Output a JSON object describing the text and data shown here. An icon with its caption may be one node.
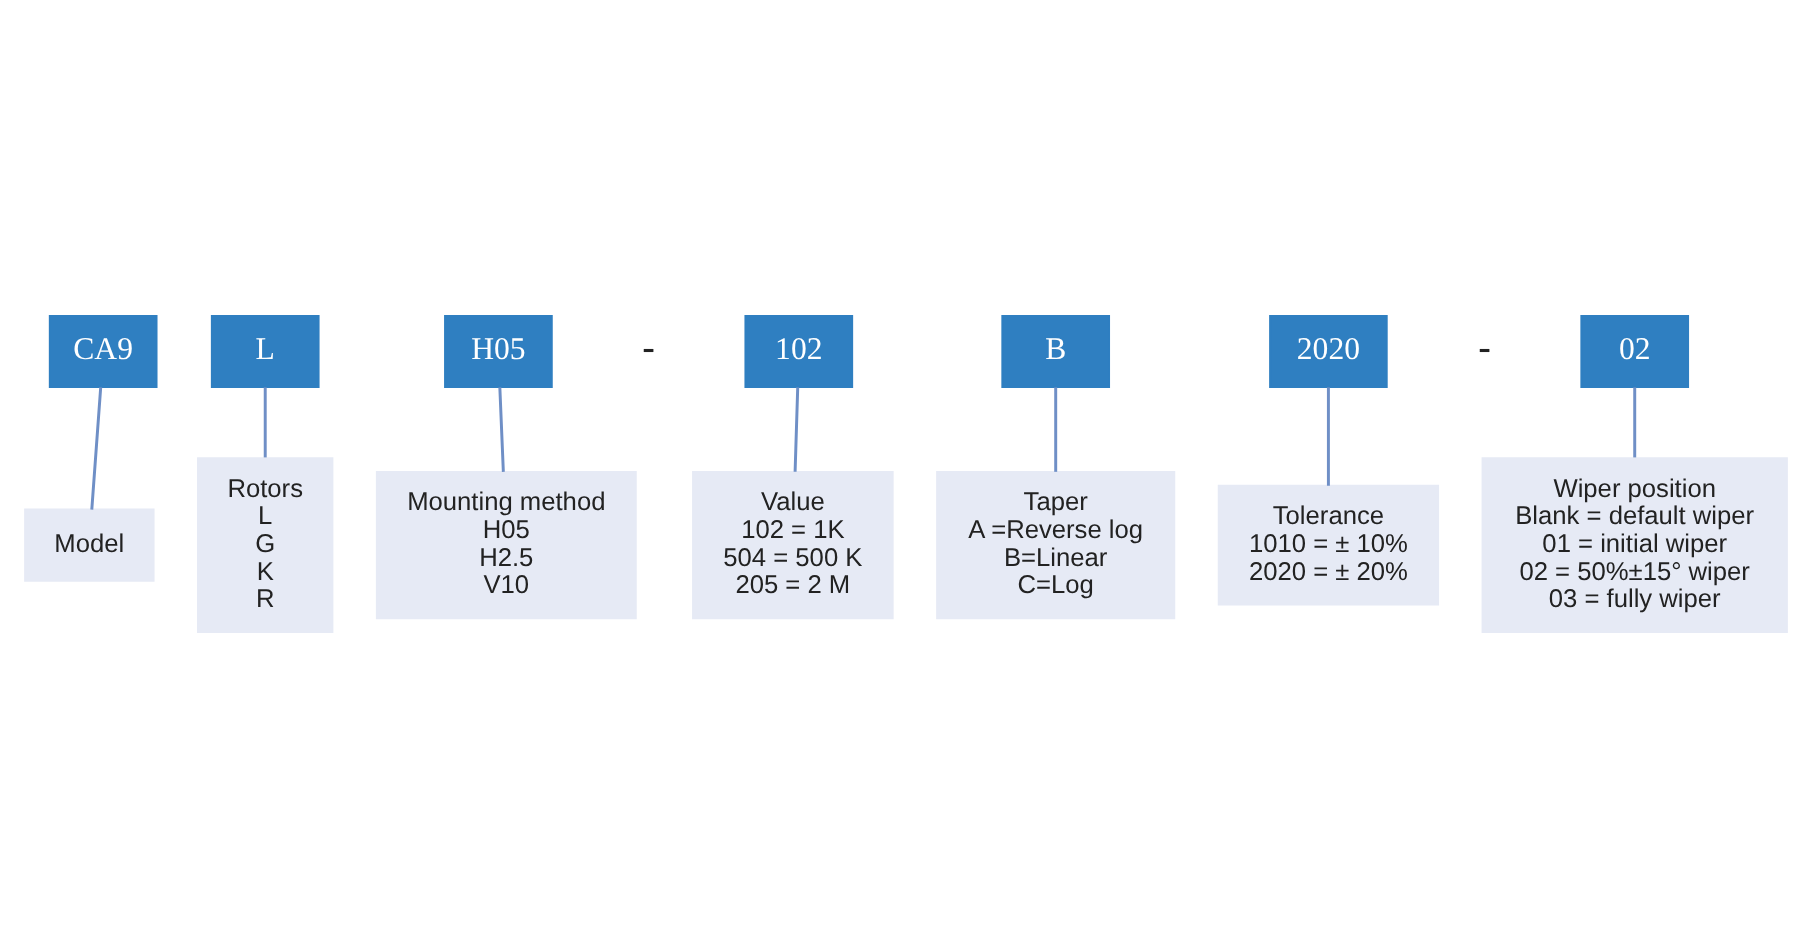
{
  "diagram": {
    "nodes": [
      {
        "text": [
          "CA9"
        ]
      },
      {
        "text": [
          "L"
        ]
      },
      {
        "text": [
          "H05"
        ]
      },
      {
        "text": [
          "102"
        ]
      },
      {
        "text": [
          "B"
        ]
      },
      {
        "text": [
          "2020"
        ]
      },
      {
        "text": [
          "02"
        ]
      },
      {
        "text": [
          "Model"
        ]
      },
      {
        "text": [
          "Rotors",
          "L",
          "G",
          "K",
          "R"
        ]
      },
      {
        "text": [
          "Mounting method",
          "H05",
          "H2.5",
          "V10"
        ]
      },
      {
        "text": [
          "Taper",
          "A =Reverse log",
          "B=Linear",
          "C=Log"
        ]
      },
      {
        "text": [
          "Value",
          "102 = 1K",
          "504 = 500 K",
          "205 = 2 M"
        ]
      },
      {
        "text": [
          "Tolerance",
          "1010 = ± 10%",
          "2020 = ± 20%"
        ]
      },
      {
        "text": [
          "Wiper position",
          "Blank = default wiper",
          "01 = initial wiper",
          "02 = 50%±15° wiper",
          "03 = fully wiper"
        ]
      }
    ],
    "edges": [
      {
        "from": 0,
        "to": 7,
        "arrow": "none"
      },
      {
        "from": 1,
        "to": 8,
        "arrow": "none"
      },
      {
        "from": 2,
        "to": 9,
        "arrow": "none"
      },
      {
        "from": 4,
        "to": 10,
        "arrow": "none"
      },
      {
        "from": 3,
        "to": 11,
        "arrow": "none"
      },
      {
        "from": 5,
        "to": 12,
        "arrow": "none"
      },
      {
        "from": 6,
        "to": 13,
        "arrow": "none"
      }
    ],
    "labels": [
      "-",
      "-"
    ]
  }
}
